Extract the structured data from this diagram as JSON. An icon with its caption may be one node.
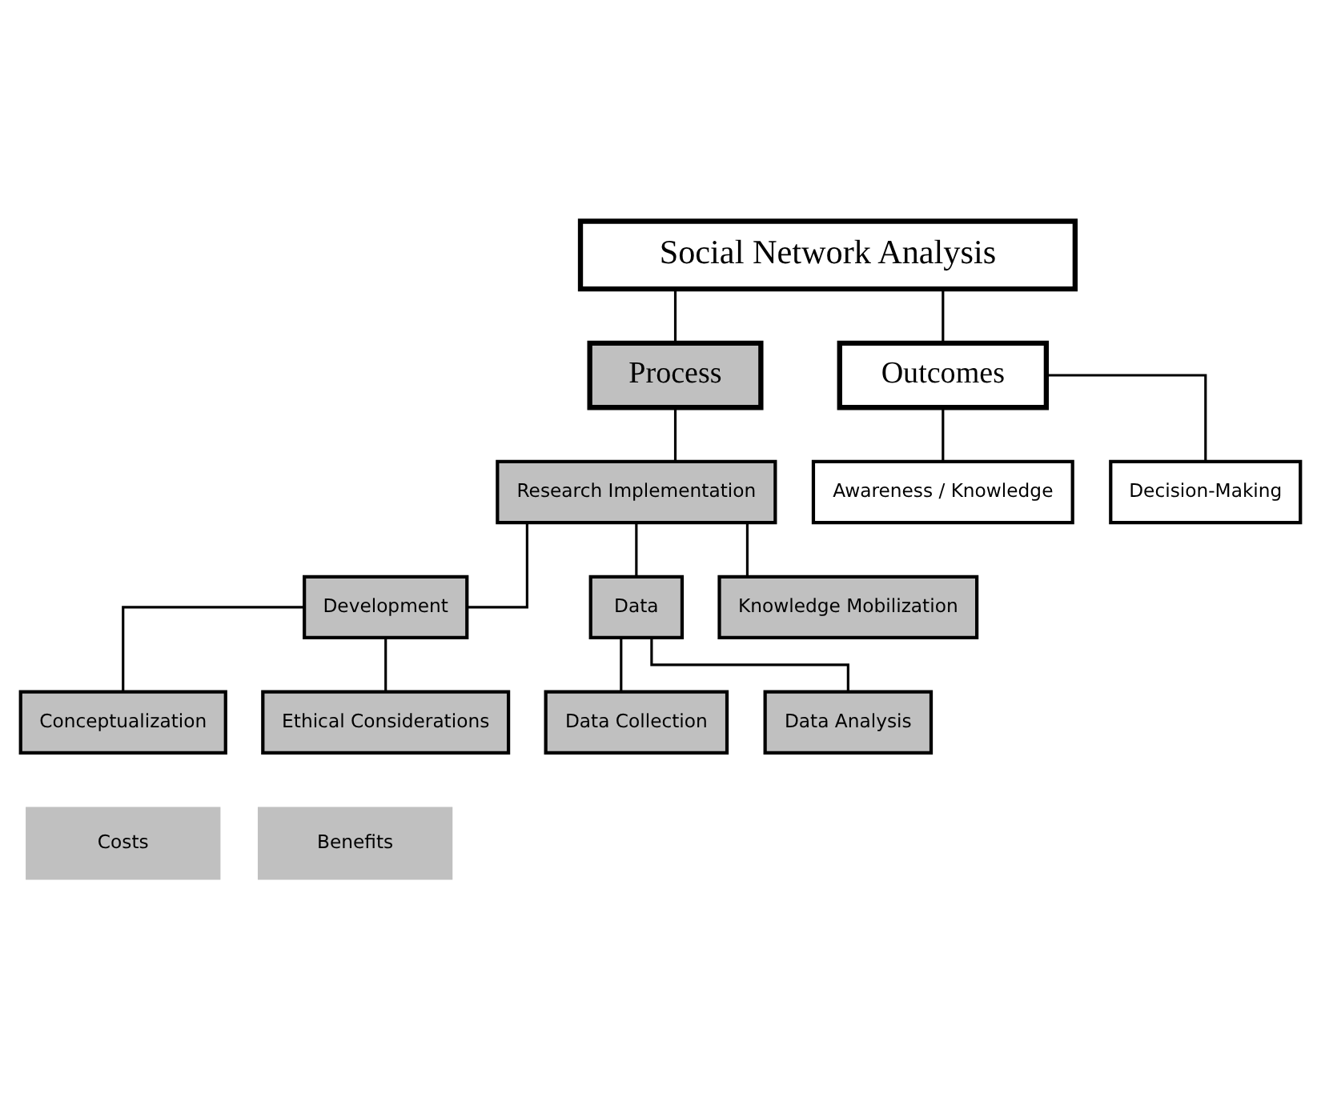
{
  "diagram": {
    "nodes": [
      {
        "text": [
          "Social Network Analysis"
        ]
      },
      {
        "text": [
          "Process"
        ]
      },
      {
        "text": [
          "Outcomes"
        ]
      },
      {
        "text": [
          "Research Implementation"
        ]
      },
      {
        "text": [
          "Development"
        ]
      },
      {
        "text": [
          "Data"
        ]
      },
      {
        "text": [
          "Knowledge Mobilization"
        ]
      },
      {
        "text": [
          "Conceptualization"
        ]
      },
      {
        "text": [
          "Ethical Considerations"
        ]
      },
      {
        "text": [
          "Data Collection"
        ]
      },
      {
        "text": [
          "Data Analysis"
        ]
      },
      {
        "text": [
          "Awareness / Knowledge"
        ]
      },
      {
        "text": [
          "Decision-Making"
        ]
      },
      {
        "text": [
          "Costs"
        ]
      },
      {
        "text": [
          "Benefits"
        ]
      }
    ],
    "edges": [
      {
        "from": 0,
        "to": 1,
        "arrow": "none"
      },
      {
        "from": 0,
        "to": 2,
        "arrow": "none"
      },
      {
        "from": 1,
        "to": 3,
        "arrow": "none"
      },
      {
        "from": 3,
        "to": 4,
        "arrow": "none"
      },
      {
        "from": 3,
        "to": 5,
        "arrow": "none"
      },
      {
        "from": 3,
        "to": 6,
        "arrow": "none"
      },
      {
        "from": 4,
        "to": 7,
        "arrow": "none"
      },
      {
        "from": 4,
        "to": 8,
        "arrow": "none"
      },
      {
        "from": 5,
        "to": 9,
        "arrow": "none"
      },
      {
        "from": 5,
        "to": 10,
        "arrow": "none"
      },
      {
        "from": 2,
        "to": 11,
        "arrow": "none"
      },
      {
        "from": 2,
        "to": 12,
        "arrow": "none"
      }
    ]
  }
}
